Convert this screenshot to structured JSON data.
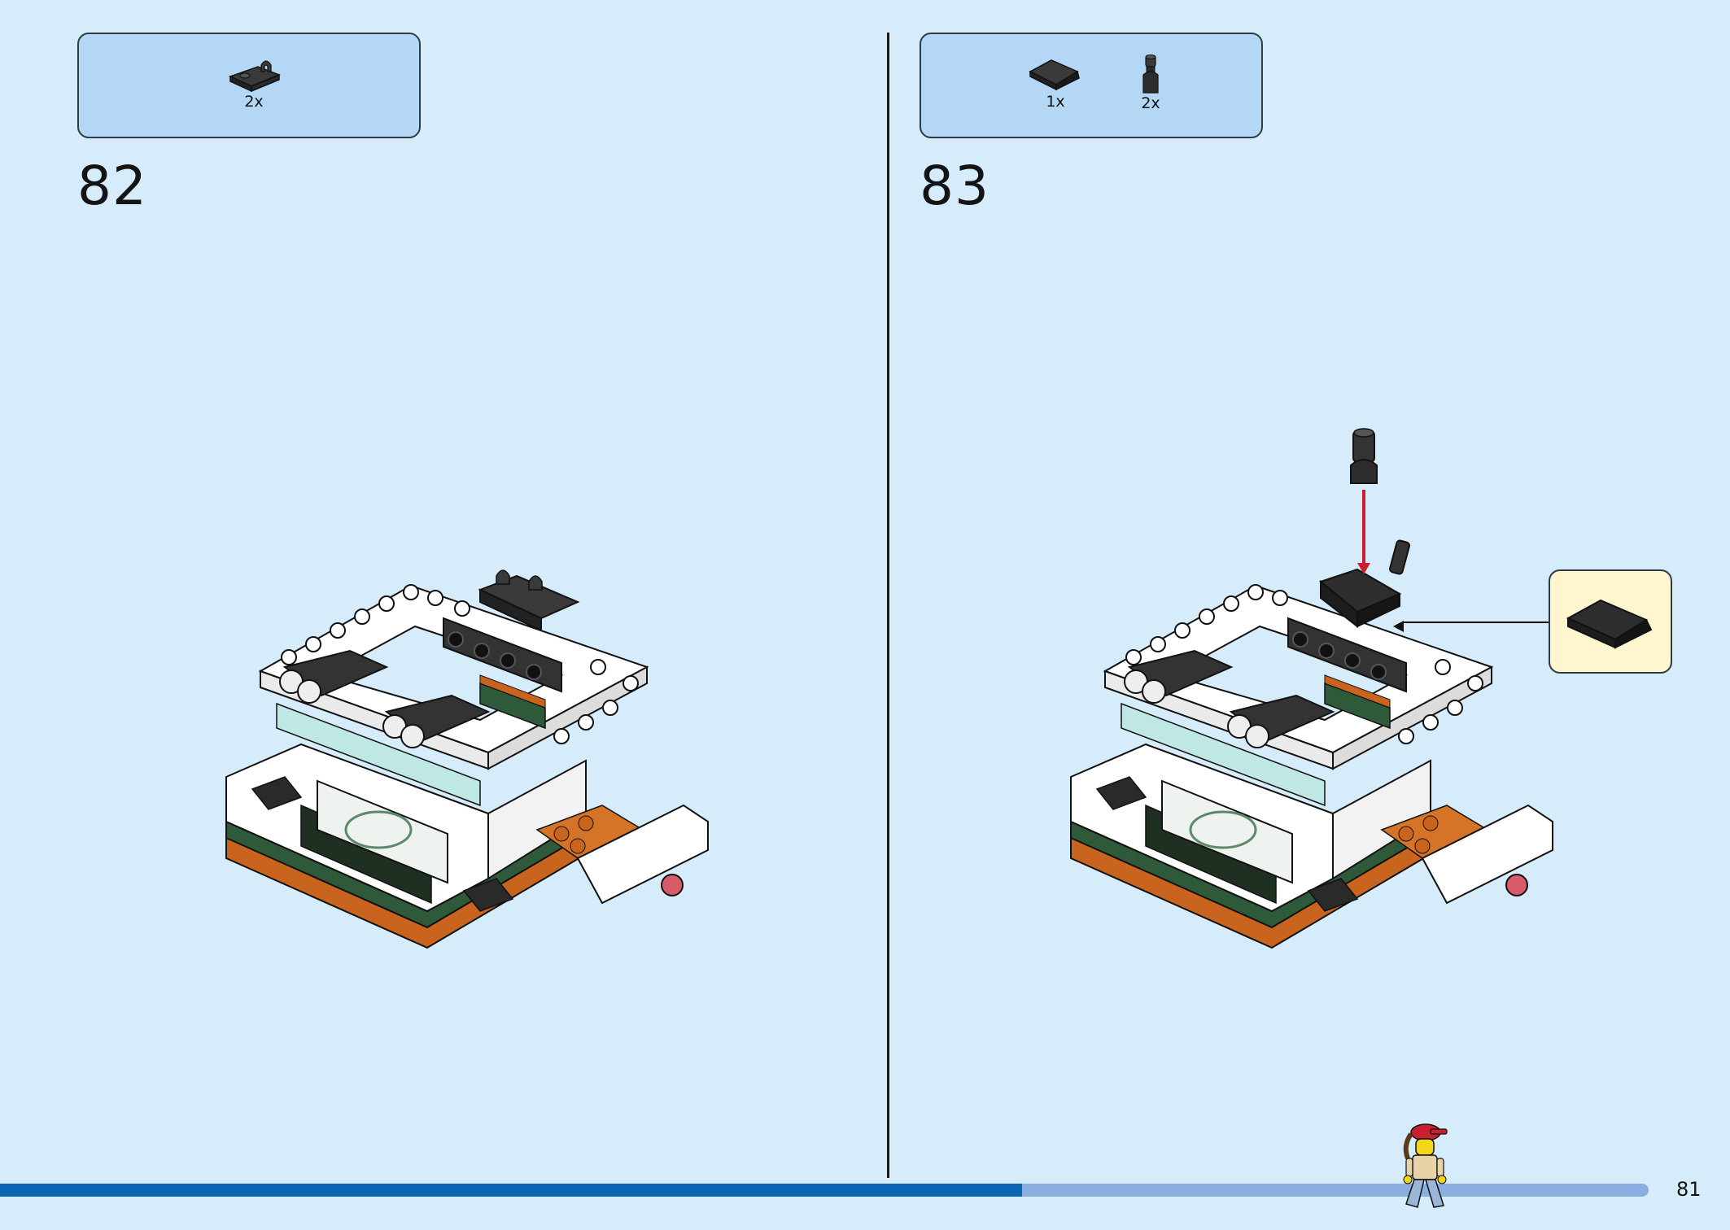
{
  "steps": [
    {
      "number": "82",
      "parts": [
        {
          "icon": "plate-clip-icon",
          "qty": "2x",
          "color": "#2b2b2b"
        }
      ]
    },
    {
      "number": "83",
      "parts": [
        {
          "icon": "slope-tile-icon",
          "qty": "1x",
          "color": "#2b2b2b"
        },
        {
          "icon": "bar-holder-clip-icon",
          "qty": "2x",
          "color": "#2b2b2b"
        }
      ]
    }
  ],
  "page_number": "81",
  "progress": {
    "fraction": 0.62
  },
  "colors": {
    "background": "#d6ecfa",
    "parts_box": "#b3d7f4",
    "callout_box": "#fff5cf",
    "progress_fill": "#0a63b3",
    "progress_track": "#8aaee0",
    "arrow": "#c8202f"
  }
}
